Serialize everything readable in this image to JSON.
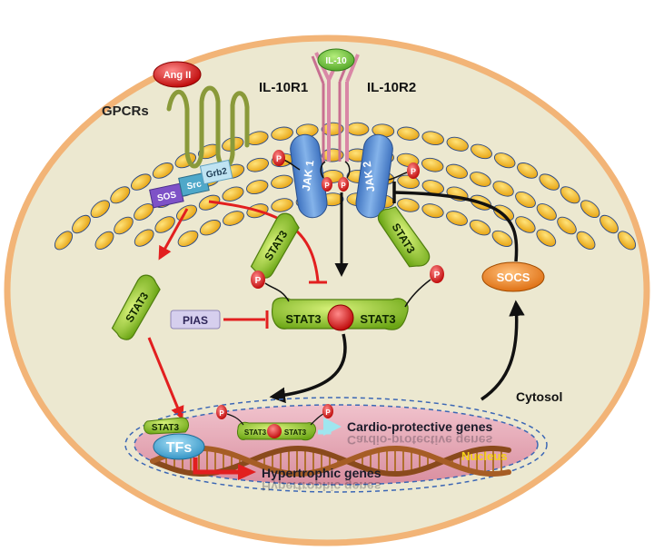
{
  "labels": {
    "ligand_il10": "IL-10",
    "receptor_1": "IL-10R1",
    "receptor_2": "IL-10R2",
    "ang_ii": "Ang II",
    "gpcrs": "GPCRs",
    "sos": "SOS",
    "src": "Src",
    "grb2": "Grb2",
    "jak1": "JAK 1",
    "jak2": "JAK 2",
    "phospho": "P",
    "stat3": "STAT3",
    "pias": "PIAS",
    "socs": "SOCS",
    "cytosol": "Cytosol",
    "nucleus": "Nucleus",
    "tfs": "TFs",
    "cardio_genes": "Cardio-protective genes",
    "hypertrophic_genes": "Hypertrophic genes"
  },
  "colors": {
    "cell_fill": "#ece8d0",
    "cell_border": "#f2b477",
    "membrane_bead": "#f2b21e",
    "membrane_stroke": "#2c4a86",
    "jak": "#5b8fd0",
    "stat3": "#8cc21e",
    "phospho": "#e11a1a",
    "ang_ii": "#e01212",
    "sos": "#7e52c7",
    "src": "#4fa8c9",
    "grb2": "#bfe3f2",
    "socs": "#ef7c17",
    "pias": "#d6cfee",
    "tfs": "#3aa7d5",
    "nucleus": "#e6a9b7",
    "nucleus_label": "#f5d117",
    "inhibit_arrow": "#e21f1f",
    "signal_arrow": "#111111",
    "gpcr": "#8a9a3a",
    "receptor": "#d987a6",
    "il10": "#6cc43a"
  }
}
